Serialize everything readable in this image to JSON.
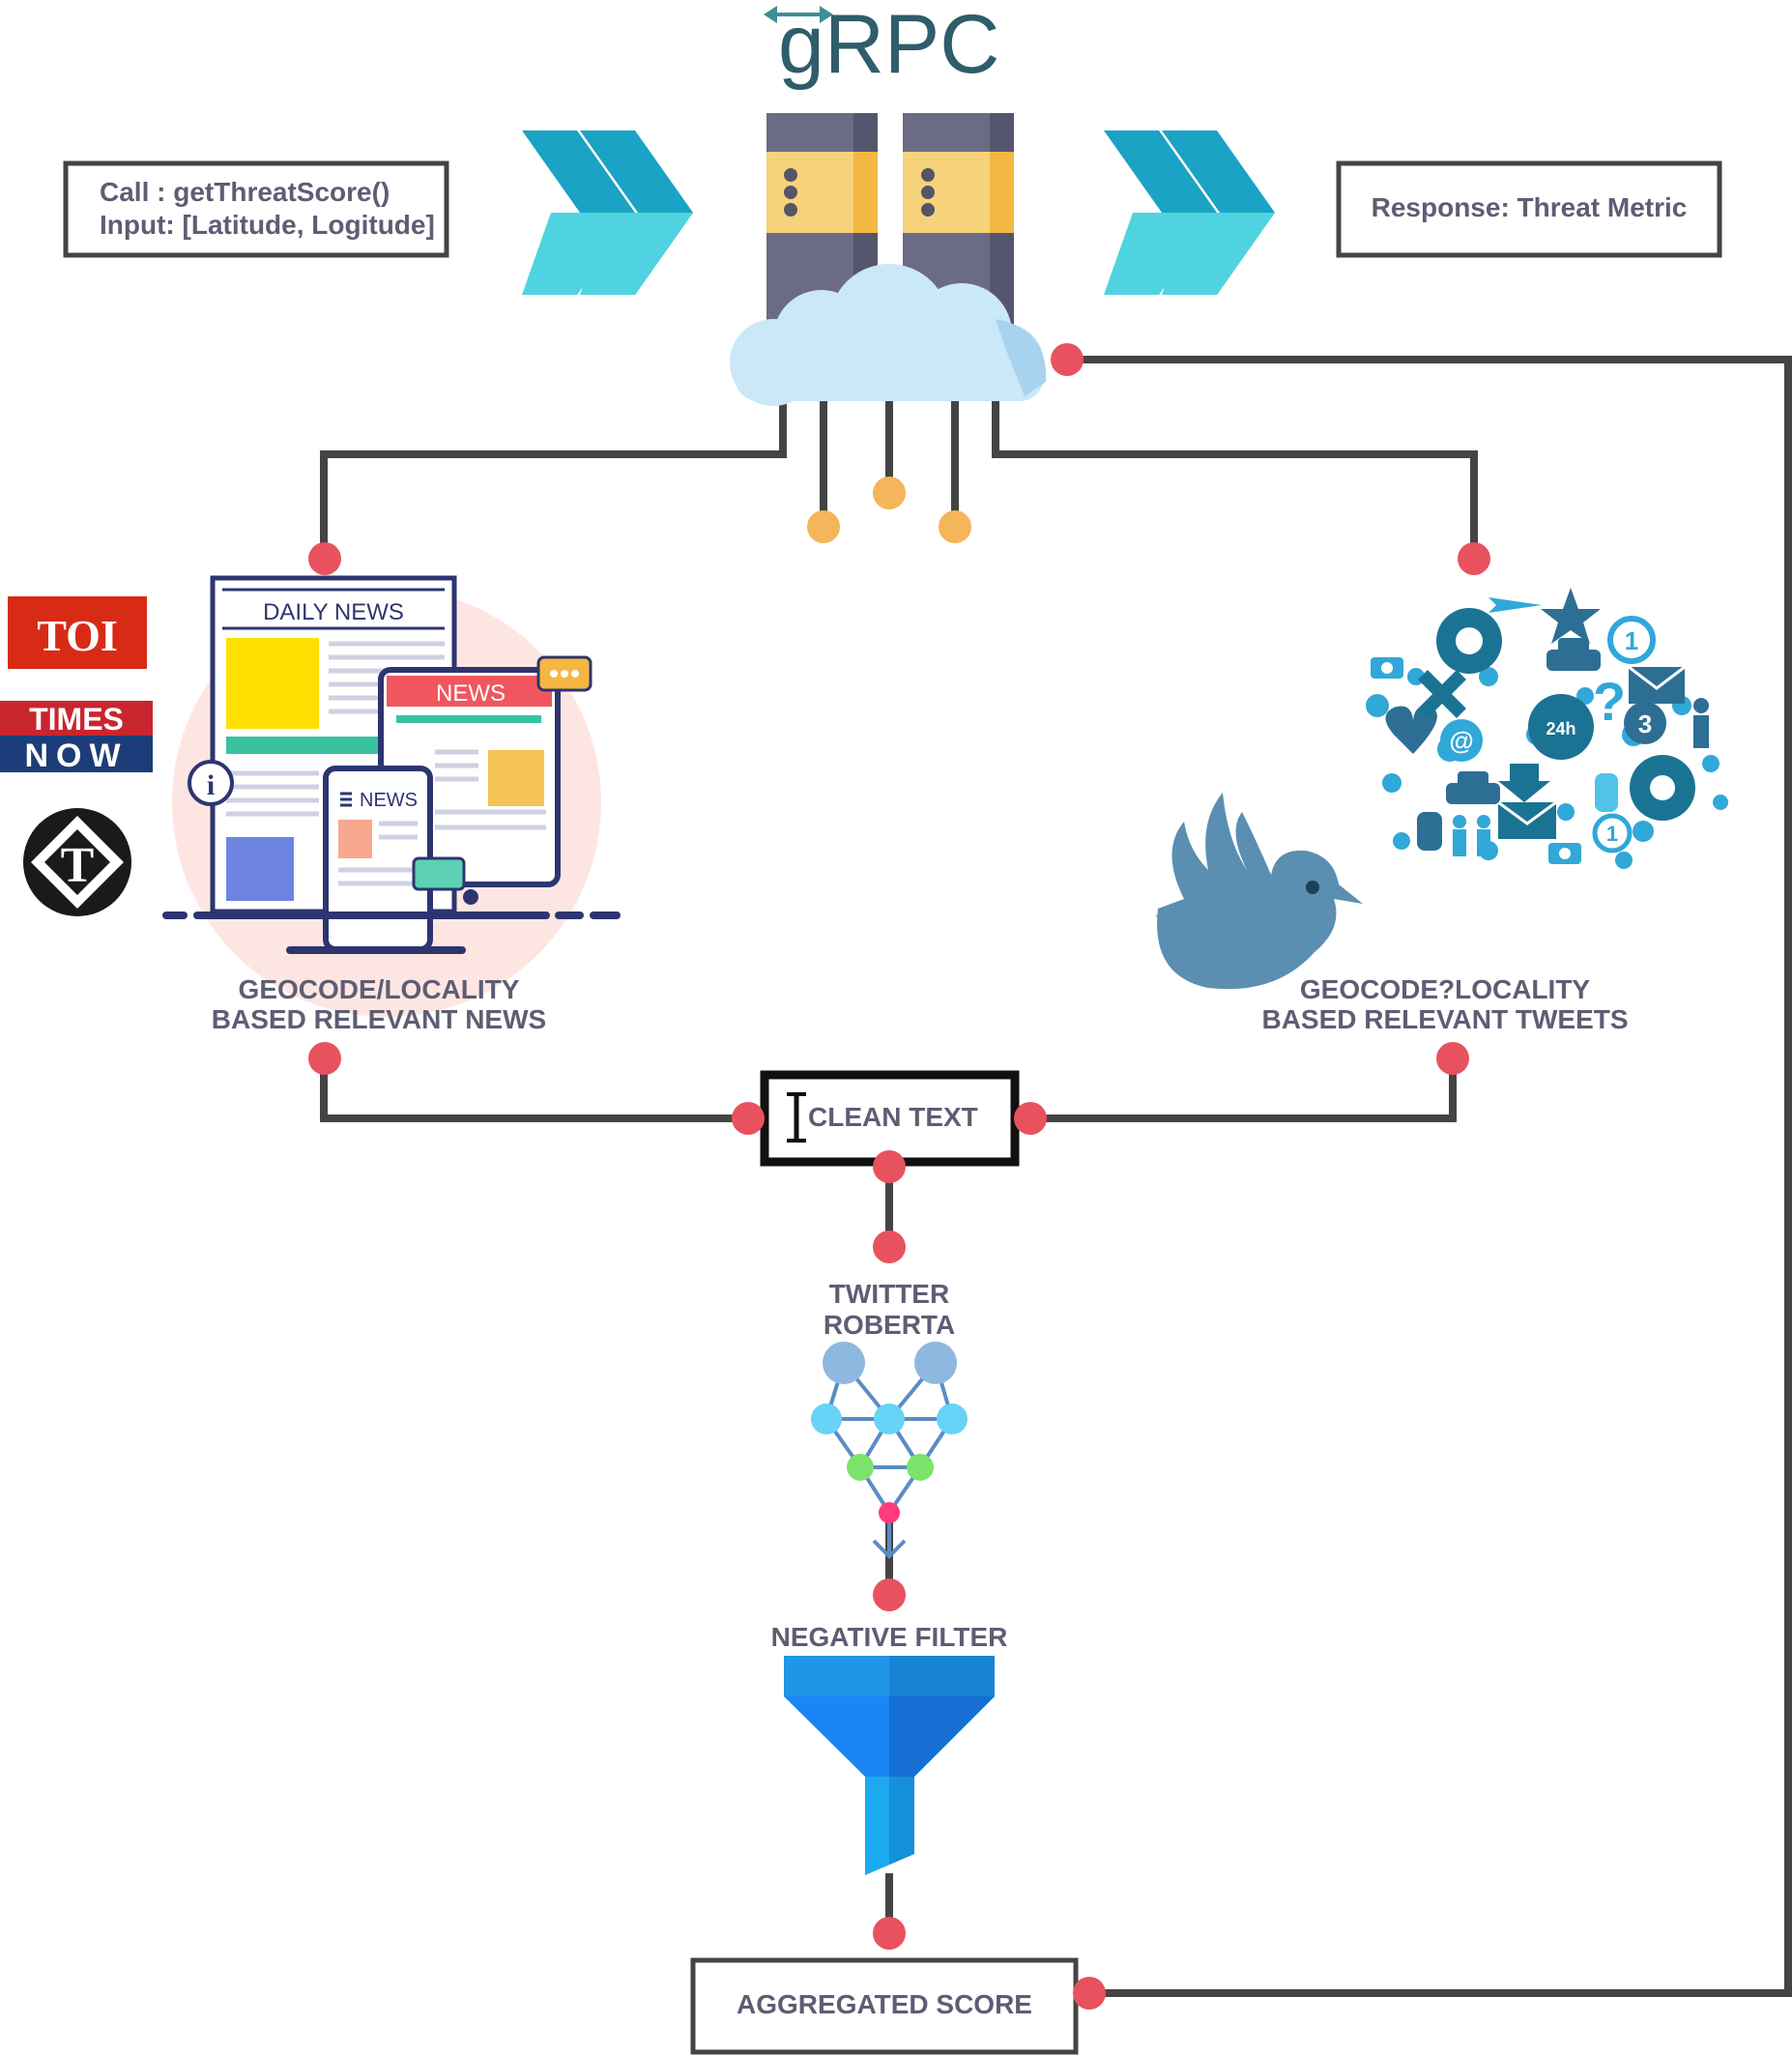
{
  "header": {
    "logo_text": "gRPC"
  },
  "call_box": {
    "line1": "Call : getThreatScore()",
    "line2": "Input: [Latitude, Logitude]"
  },
  "response_box": {
    "text": "Response: Threat Metric"
  },
  "news_section": {
    "newspaper_title": "DAILY NEWS",
    "tablet_title": "NEWS",
    "phone_title": "NEWS",
    "label_line1": "GEOCODE/LOCALITY",
    "label_line2": "BASED RELEVANT NEWS",
    "sources": [
      "TOI",
      "TIMES",
      "NOW"
    ]
  },
  "tweets_section": {
    "label_line1": "GEOCODE?LOCALITY",
    "label_line2": "BASED RELEVANT TWEETS",
    "icon_badge": "24h"
  },
  "clean_text": {
    "label": "CLEAN TEXT"
  },
  "model": {
    "line1": "TWITTER",
    "line2": "ROBERTA"
  },
  "filter": {
    "label": "NEGATIVE FILTER"
  },
  "aggregate": {
    "label": "AGGREGATED SCORE"
  },
  "colors": {
    "connector": "#e8525f",
    "wire": "#444444",
    "text": "#5d5d74",
    "arrow_dark": "#1aa3c4",
    "arrow_light": "#4fd3e0"
  }
}
